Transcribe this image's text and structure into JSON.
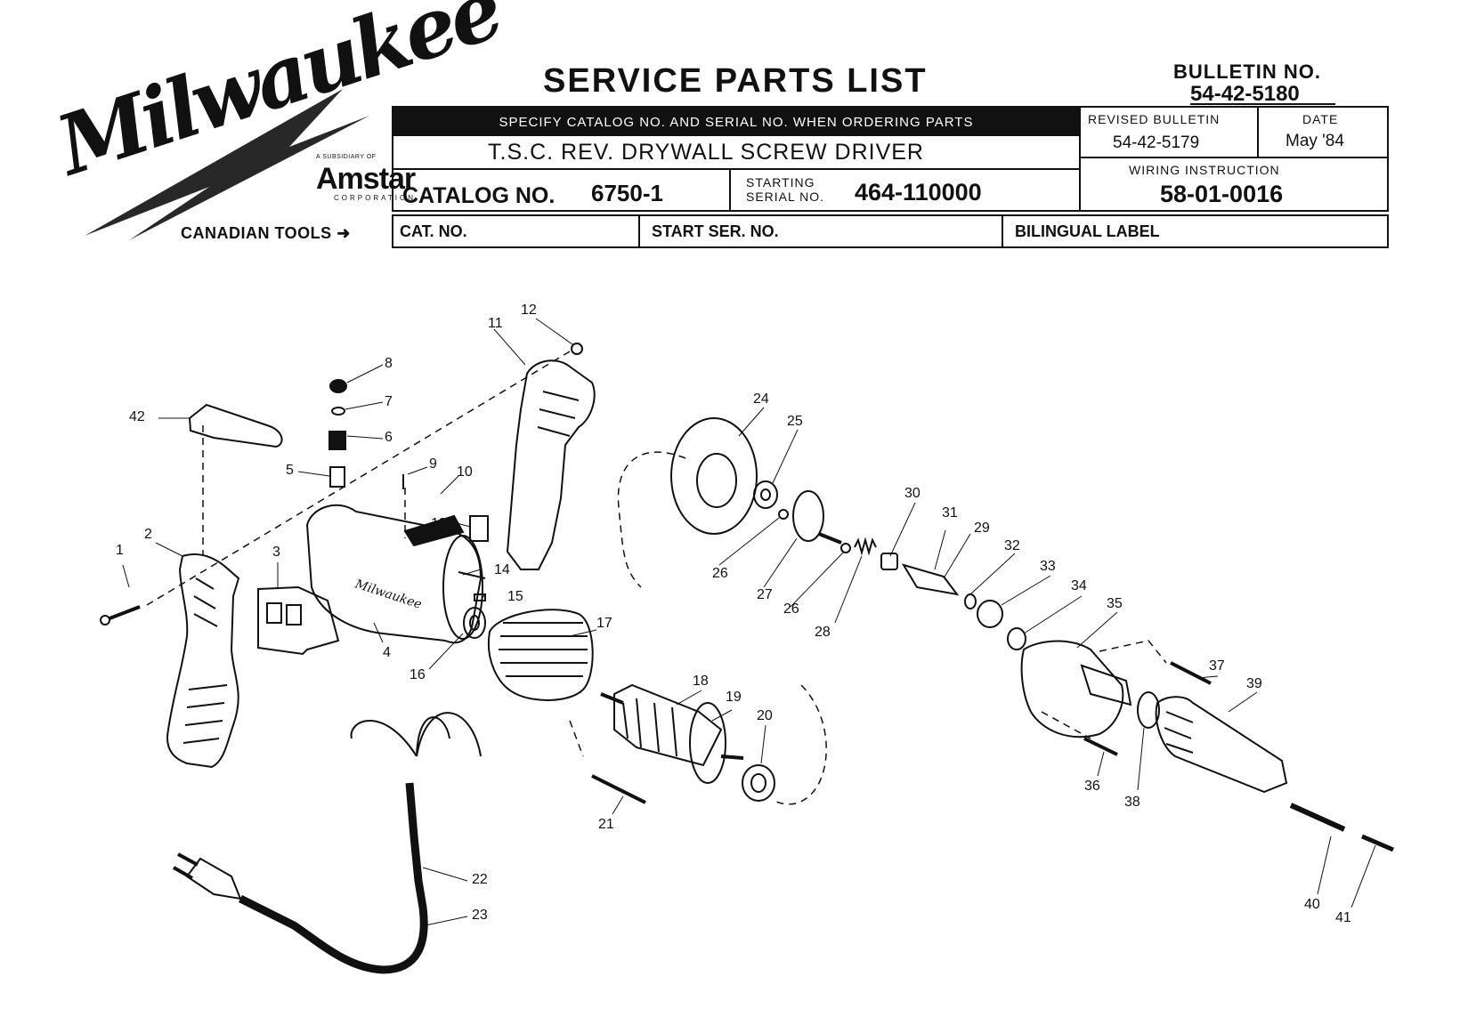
{
  "brand": {
    "logo_text": "Milwaukee",
    "subsidiary": "A SUBSIDIARY OF",
    "parent": "Amstar",
    "parent_sub": "CORPORATION"
  },
  "canadian_tools": "CANADIAN TOOLS",
  "title": "SERVICE PARTS LIST",
  "bulletin": {
    "label": "BULLETIN NO.",
    "number": "54-42-5180"
  },
  "specify": "SPECIFY CATALOG NO. AND SERIAL NO. WHEN ORDERING PARTS",
  "tool_name": "T.S.C. REV. DRYWALL SCREW DRIVER",
  "revised": {
    "label": "REVISED BULLETIN",
    "value": "54-42-5179"
  },
  "date": {
    "label": "DATE",
    "value": "May '84"
  },
  "wiring": {
    "label": "WIRING INSTRUCTION",
    "value": "58-01-0016"
  },
  "catalog": {
    "label": "CATALOG NO.",
    "value": "6750-1"
  },
  "starting_serial": {
    "label_line1": "STARTING",
    "label_line2": "SERIAL NO.",
    "value": "464-110000"
  },
  "canadian_row": {
    "cat_no": "CAT. NO.",
    "start_ser": "START SER. NO.",
    "bilingual": "BILINGUAL LABEL"
  },
  "parts": [
    "1",
    "2",
    "3",
    "4",
    "5",
    "6",
    "7",
    "8",
    "9",
    "10",
    "11",
    "12",
    "13",
    "14",
    "15",
    "16",
    "17",
    "18",
    "19",
    "20",
    "21",
    "22",
    "23",
    "24",
    "25",
    "26",
    "26",
    "27",
    "28",
    "29",
    "30",
    "31",
    "32",
    "33",
    "34",
    "35",
    "36",
    "37",
    "38",
    "39",
    "40",
    "41",
    "42"
  ]
}
